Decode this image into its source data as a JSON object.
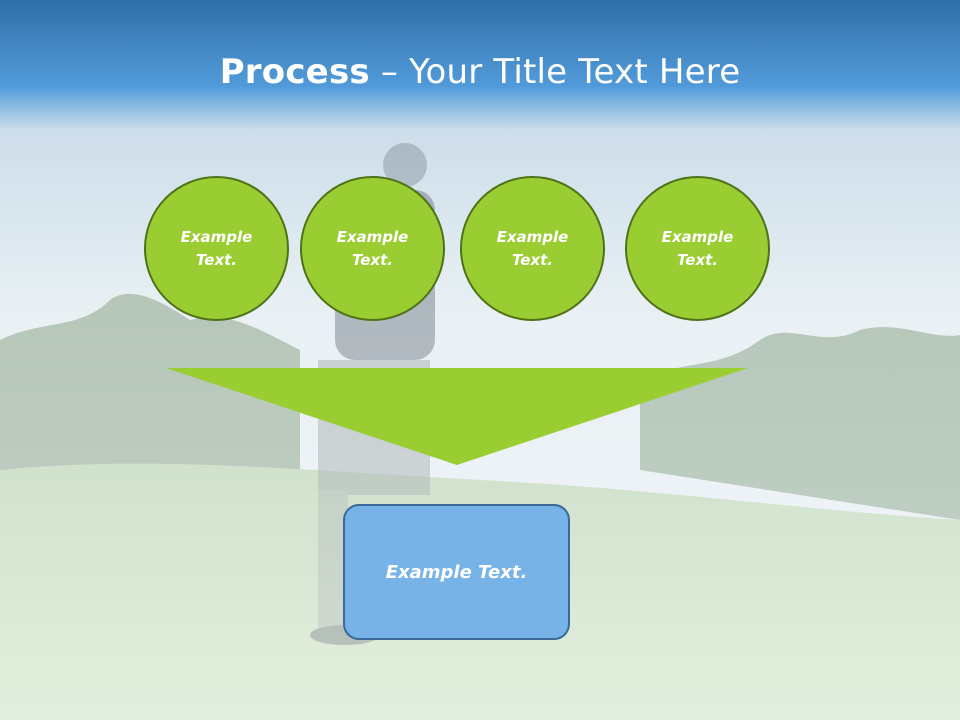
{
  "title": {
    "bold": "Process",
    "rest": " – Your Title Text Here"
  },
  "circles": [
    {
      "label": "Example\nText."
    },
    {
      "label": "Example\nText."
    },
    {
      "label": "Example\nText."
    },
    {
      "label": "Example\nText."
    }
  ],
  "result_box": {
    "label": "Example Text."
  },
  "colors": {
    "title_bar": "#3a8fd6",
    "circle_fill": "#9acd32",
    "circle_border": "#4d7218",
    "funnel": "#9acd32",
    "box_fill": "#77b3e6",
    "box_border": "#3a6a9a"
  }
}
